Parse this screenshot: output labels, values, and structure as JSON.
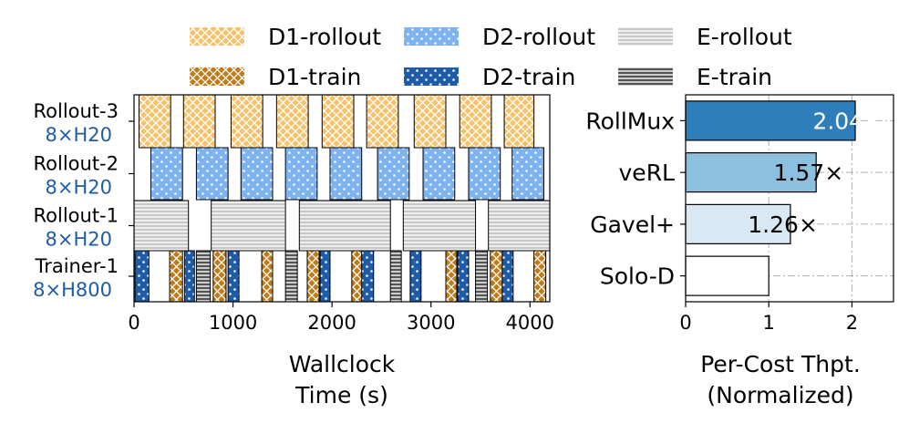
{
  "legend": [
    {
      "key": "d1_rollout",
      "label": "D1-rollout",
      "color": "#f5c26b",
      "pattern": "crosshatch"
    },
    {
      "key": "d2_rollout",
      "label": "D2-rollout",
      "color": "#7eb3f2",
      "pattern": "dots"
    },
    {
      "key": "e_rollout",
      "label": "E-rollout",
      "color": "#c8c8c8",
      "pattern": "hlines"
    },
    {
      "key": "d1_train",
      "label": "D1-train",
      "color": "#c07b18",
      "pattern": "crosshatch"
    },
    {
      "key": "d2_train",
      "label": "D2-train",
      "color": "#1f5ca8",
      "pattern": "dots"
    },
    {
      "key": "e_train",
      "label": "E-train",
      "color": "#555555",
      "pattern": "hlines"
    }
  ],
  "chart_data": [
    {
      "type": "gantt",
      "xlabel": [
        "Wallclock",
        "Time (s)"
      ],
      "xlim": [
        0,
        4200
      ],
      "xticks": [
        0,
        1000,
        2000,
        3000,
        4000
      ],
      "rows": [
        {
          "name": "Rollout-3",
          "sub": "8×H20",
          "tasks": [
            {
              "kind": "d1_rollout",
              "start": 50,
              "end": 370
            },
            {
              "kind": "d1_rollout",
              "start": 500,
              "end": 820
            },
            {
              "kind": "d1_rollout",
              "start": 980,
              "end": 1300
            },
            {
              "kind": "d1_rollout",
              "start": 1440,
              "end": 1760
            },
            {
              "kind": "d1_rollout",
              "start": 1900,
              "end": 2220
            },
            {
              "kind": "d1_rollout",
              "start": 2350,
              "end": 2670
            },
            {
              "kind": "d1_rollout",
              "start": 2830,
              "end": 3150
            },
            {
              "kind": "d1_rollout",
              "start": 3290,
              "end": 3610
            },
            {
              "kind": "d1_rollout",
              "start": 3740,
              "end": 4040
            }
          ]
        },
        {
          "name": "Rollout-2",
          "sub": "8×H20",
          "tasks": [
            {
              "kind": "d2_rollout",
              "start": 170,
              "end": 490
            },
            {
              "kind": "d2_rollout",
              "start": 630,
              "end": 950
            },
            {
              "kind": "d2_rollout",
              "start": 1080,
              "end": 1400
            },
            {
              "kind": "d2_rollout",
              "start": 1530,
              "end": 1850
            },
            {
              "kind": "d2_rollout",
              "start": 1980,
              "end": 2300
            },
            {
              "kind": "d2_rollout",
              "start": 2460,
              "end": 2780
            },
            {
              "kind": "d2_rollout",
              "start": 2920,
              "end": 3240
            },
            {
              "kind": "d2_rollout",
              "start": 3380,
              "end": 3700
            },
            {
              "kind": "d2_rollout",
              "start": 3820,
              "end": 4140
            }
          ]
        },
        {
          "name": "Rollout-1",
          "sub": "8×H20",
          "tasks": [
            {
              "kind": "e_rollout",
              "start": 0,
              "end": 550
            },
            {
              "kind": "e_rollout",
              "start": 780,
              "end": 1530
            },
            {
              "kind": "e_rollout",
              "start": 1670,
              "end": 2590
            },
            {
              "kind": "e_rollout",
              "start": 2720,
              "end": 3450
            },
            {
              "kind": "e_rollout",
              "start": 3580,
              "end": 4200
            }
          ]
        },
        {
          "name": "Trainer-1",
          "sub": "8×H800",
          "tasks": [
            {
              "kind": "d2_train",
              "start": 10,
              "end": 150
            },
            {
              "kind": "d1_train",
              "start": 360,
              "end": 490
            },
            {
              "kind": "d2_train",
              "start": 510,
              "end": 610
            },
            {
              "kind": "e_train",
              "start": 630,
              "end": 770
            },
            {
              "kind": "d1_train",
              "start": 800,
              "end": 930
            },
            {
              "kind": "d2_train",
              "start": 950,
              "end": 1060
            },
            {
              "kind": "d1_train",
              "start": 1290,
              "end": 1400
            },
            {
              "kind": "e_train",
              "start": 1530,
              "end": 1650
            },
            {
              "kind": "d1_train",
              "start": 1750,
              "end": 1870
            },
            {
              "kind": "d2_train",
              "start": 1880,
              "end": 1980
            },
            {
              "kind": "d1_train",
              "start": 2200,
              "end": 2330
            },
            {
              "kind": "d2_train",
              "start": 2300,
              "end": 2420
            },
            {
              "kind": "e_train",
              "start": 2590,
              "end": 2700
            },
            {
              "kind": "d2_train",
              "start": 2790,
              "end": 2900
            },
            {
              "kind": "d1_train",
              "start": 3150,
              "end": 3260
            },
            {
              "kind": "d2_train",
              "start": 3270,
              "end": 3380
            },
            {
              "kind": "e_train",
              "start": 3450,
              "end": 3570
            },
            {
              "kind": "d1_train",
              "start": 3600,
              "end": 3720
            },
            {
              "kind": "d2_train",
              "start": 3720,
              "end": 3830
            },
            {
              "kind": "d1_train",
              "start": 4040,
              "end": 4160
            }
          ]
        }
      ],
      "row_sub_color": "#1f5ca8"
    },
    {
      "type": "bar",
      "orientation": "horizontal",
      "xlabel": [
        "Per-Cost Thpt.",
        "(Normalized)"
      ],
      "xlim": [
        0,
        2.5
      ],
      "xticks": [
        0,
        1,
        2
      ],
      "grid": true,
      "bars": [
        {
          "name": "RollMux",
          "value": 2.04,
          "label": "2.04×",
          "color": "#2e7ebc",
          "label_color": "#ffffff"
        },
        {
          "name": "veRL",
          "value": 1.57,
          "label": "1.57×",
          "color": "#8dbfdf",
          "label_color": "#000000"
        },
        {
          "name": "Gavel+",
          "value": 1.26,
          "label": "1.26×",
          "color": "#d9e8f5",
          "label_color": "#000000"
        },
        {
          "name": "Solo-D",
          "value": 1.0,
          "label": "",
          "color": "#ffffff",
          "label_color": "#000000"
        }
      ]
    }
  ]
}
